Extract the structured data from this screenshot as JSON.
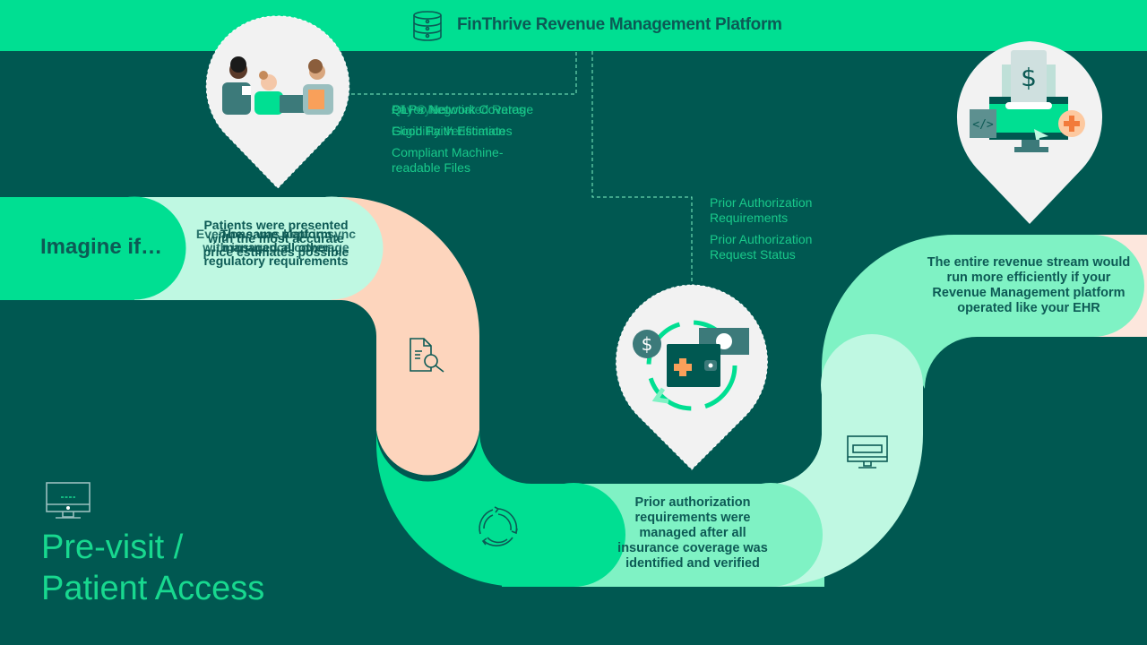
{
  "header": {
    "title": "FinThrive Revenue Management Platform",
    "icon": "database-icon"
  },
  "journey": {
    "intro": "Imagine if…",
    "step1_overlapping_texts": [
      "Patients were presented with the most accurate price estimates possible",
      "The same platform managed all other regulatory requirements",
      "Everyone was kept in sync with insurance coverage"
    ],
    "step2_text": "Prior authorization requirements were managed after all insurance coverage was identified and verified",
    "step3_text": "The entire revenue stream would run more efficiently if your Revenue Management platform operated like your EHR"
  },
  "feature_labels_1": {
    "line1_overlap": [
      "QLP® Network Coverage",
      "Payer Negotiated Rates",
      "All Payers"
    ],
    "line2_overlap": [
      "Good Faith Estimates",
      "Eligibility Verification"
    ],
    "line3": "Compliant Machine-readable Files"
  },
  "feature_labels_2": [
    "Prior Authorization Requirements",
    "Prior Authorization Request Status"
  ],
  "section": {
    "title_line1": "Pre-visit /",
    "title_line2": "Patient Access",
    "icon": "monitor-icon"
  },
  "colors": {
    "background": "#005851",
    "brand_green": "#00df92",
    "mint": "#7ff2c4",
    "pale_mint": "#bff8e2",
    "peach": "#fdd5bd",
    "text_dark": "#0d5a55",
    "label_green": "#19c98a"
  }
}
